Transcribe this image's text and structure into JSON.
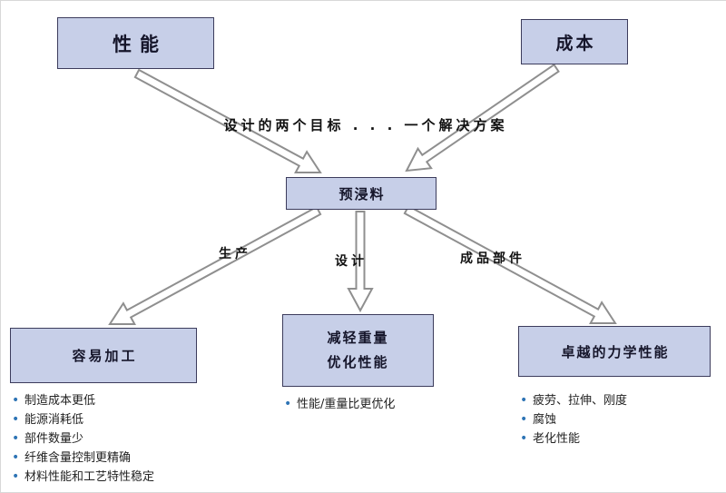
{
  "diagram": {
    "top_left_box": "性能",
    "top_right_box": "成本",
    "middle_caption": "设计的两个目标 . . . 一个解决方案",
    "center_box": "预浸料",
    "branch_labels": {
      "left": "生产",
      "middle": "设计",
      "right": "成品部件"
    },
    "bottom_boxes": {
      "left": {
        "title": "容易加工",
        "bullets": [
          "制造成本更低",
          "能源消耗低",
          "部件数量少",
          "纤维含量控制更精确",
          "材料性能和工艺特性稳定"
        ]
      },
      "middle": {
        "title_line1": "减轻重量",
        "title_line2": "优化性能",
        "bullets": [
          "性能/重量比更优化"
        ]
      },
      "right": {
        "title": "卓越的力学性能",
        "bullets": [
          "疲劳、拉伸、刚度",
          "腐蚀",
          "老化性能"
        ]
      }
    },
    "colors": {
      "box_fill": "#c7cfe8",
      "box_border": "#3c3c5c",
      "arrow_stroke": "#8f8f8f",
      "arrow_fill": "#ffffff",
      "bullet": "#2e74b5"
    }
  }
}
